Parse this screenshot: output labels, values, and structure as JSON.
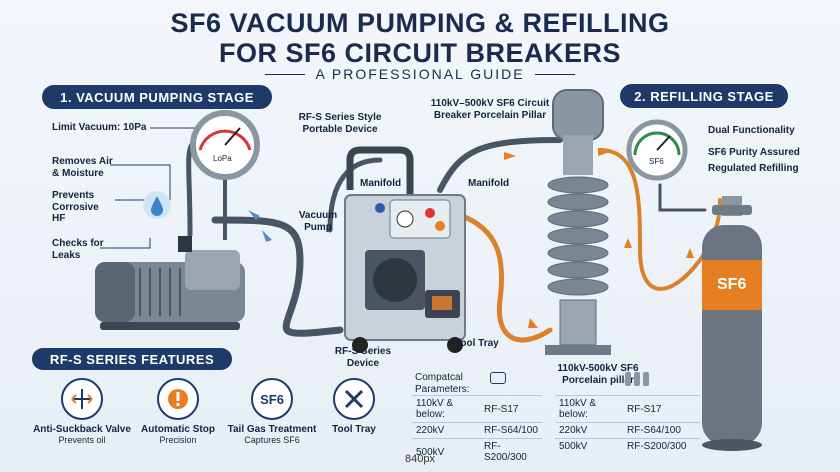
{
  "header": {
    "title_line1": "SF6 VACUUM PUMPING & REFILLING",
    "title_line2": "FOR SF6 CIRCUIT BREAKERS",
    "subtitle": "A PROFESSIONAL GUIDE"
  },
  "vacuum_stage": {
    "banner": "1. VACUUM PUMPING STAGE",
    "labels": [
      "Limit Vacuum: 10Pa",
      "Removes Air & Moisture",
      "Prevents Corrosive HF",
      "Checks for Leaks"
    ],
    "gauge_text": "LoPa"
  },
  "device": {
    "top_label": "RF-S Series Style Portable Device",
    "manifold_left": "Manifold",
    "manifold_right": "Manifold",
    "vacuum_pump": "Vacuum Pump",
    "series_device": "RF-S Series Device",
    "tool_tray": "Tool Tray"
  },
  "pillar": {
    "top_label": "110kV–500kV SF6 Circuit Breaker Porcelain Pillar",
    "bottom_label": "110kV-500kV SF6 Porcelain pillar"
  },
  "refill_stage": {
    "banner": "2. REFILLING STAGE",
    "labels": [
      "Dual Functionality",
      "SF6 Purity Assured",
      "Regulated Refilling"
    ],
    "gauge_text": "SF6",
    "cylinder_text": "SF6"
  },
  "features": {
    "banner": "RF-S SERIES FEATURES",
    "items": [
      {
        "title": "Anti-Suckback Valve",
        "sub": "Prevents oil",
        "icon": "valve-arrows-icon"
      },
      {
        "title": "Automatic Stop",
        "sub": "Precision",
        "icon": "stop-warning-icon"
      },
      {
        "title": "Tail Gas Treatment",
        "sub": "Captures SF6",
        "icon": "sf6-badge-icon"
      },
      {
        "title": "Tool Tray",
        "sub": "",
        "icon": "wrench-screwdriver-icon"
      }
    ],
    "sf6_badge": "SF6"
  },
  "params_left": {
    "heading": "Compatcal Parameters:",
    "rows": [
      [
        "110kV & below:",
        "RF-S17"
      ],
      [
        "220kV",
        "RF-S64/100"
      ],
      [
        "500kV",
        "RF-S200/300"
      ]
    ]
  },
  "params_right": {
    "rows": [
      [
        "110kV & below:",
        "RF-S17"
      ],
      [
        "220kV",
        "RF-S64/100"
      ],
      [
        "500kV",
        "RF-S200/300"
      ]
    ]
  },
  "footer": "840px",
  "colors": {
    "navy": "#1d3a68",
    "hose": "#4a5563",
    "orange": "#e67e22",
    "cylinder": "#6b7480"
  }
}
